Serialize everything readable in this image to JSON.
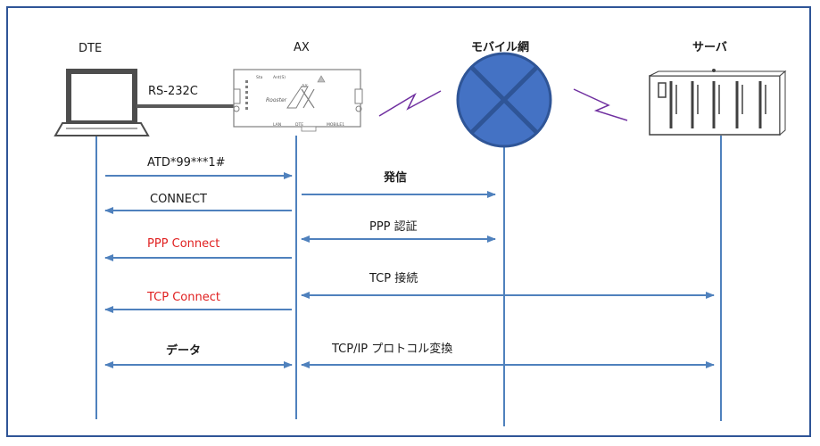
{
  "entities": {
    "dte": "DTE",
    "ax": "AX",
    "mobile": "モバイル網",
    "server": "サーバ"
  },
  "cable_label": "RS-232C",
  "device_text": {
    "brand": "Rooster",
    "model": "AX",
    "port_lan": "LAN",
    "port_dte": "DTE",
    "port_mobile": "MOBILE1",
    "led_1": "Sta",
    "led_2": "Ant(S)"
  },
  "messages": {
    "atd": "ATD*99***1#",
    "call": "発信",
    "connect": "CONNECT",
    "ppp_auth": "PPP 認証",
    "ppp_connect": "PPP Connect",
    "tcp_conn": "TCP 接続",
    "tcp_connect": "TCP Connect",
    "data": "データ",
    "conversion": "TCP/IP プロトコル変換"
  },
  "colors": {
    "frame": "#2f5597",
    "arrow": "#4f81bd",
    "lifeline": "#4f81bd",
    "highlight": "#e02020",
    "network_fill": "#4472c4",
    "zigzag": "#7030a0"
  }
}
